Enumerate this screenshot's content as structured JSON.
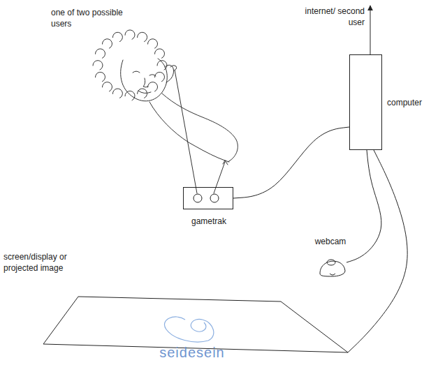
{
  "diagram": {
    "caption": "seidesein",
    "nodes": [
      {
        "text": [
          "gametrak"
        ]
      },
      {
        "text": [
          "computer"
        ]
      },
      {
        "text": [
          "webcam"
        ]
      },
      {
        "text": [
          "screen/display or projected image"
        ]
      }
    ],
    "edges": [
      {
        "from": 0,
        "to": 1,
        "arrow": "none"
      },
      {
        "from": 1,
        "to": 2,
        "arrow": "none"
      },
      {
        "from": 1,
        "to": 3,
        "arrow": "none"
      }
    ],
    "labels": [
      "one of two possible users",
      "internet/ second user"
    ]
  }
}
